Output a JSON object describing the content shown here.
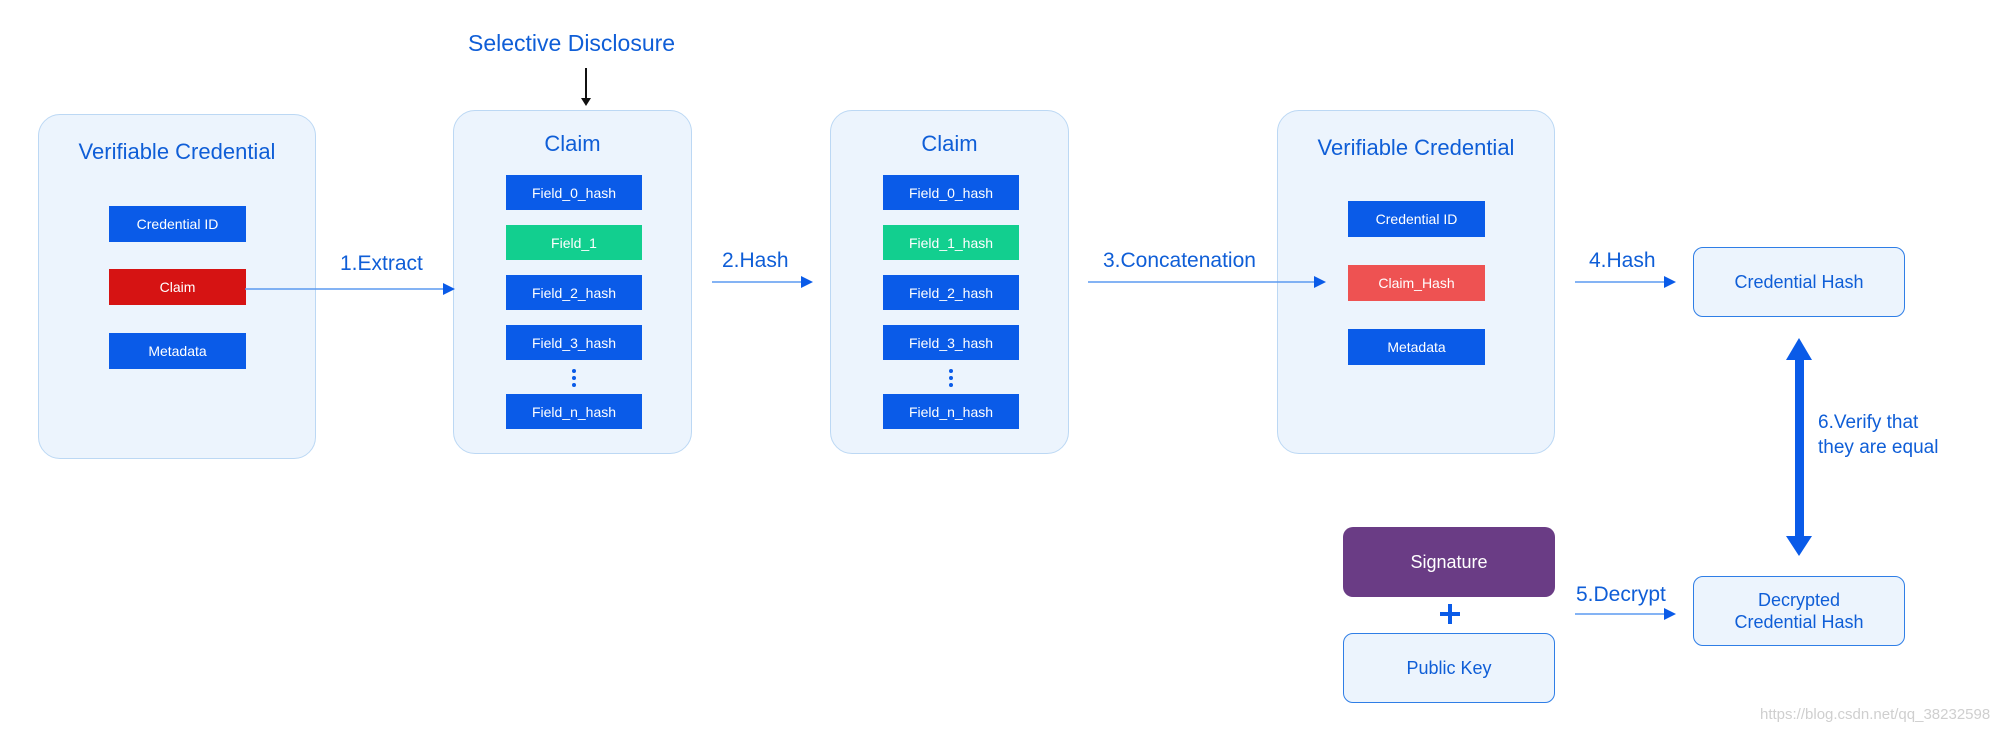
{
  "top_label": "Selective Disclosure",
  "panels": {
    "vc1": {
      "title": "Verifiable  Credential",
      "fields": [
        "Credential ID",
        "Claim",
        "Metadata"
      ]
    },
    "claim1": {
      "title": "Claim",
      "fields": [
        "Field_0_hash",
        "Field_1",
        "Field_2_hash",
        "Field_3_hash",
        "Field_n_hash"
      ]
    },
    "claim2": {
      "title": "Claim",
      "fields": [
        "Field_0_hash",
        "Field_1_hash",
        "Field_2_hash",
        "Field_3_hash",
        "Field_n_hash"
      ]
    },
    "vc2": {
      "title": "Verifiable  Credential",
      "fields": [
        "Credential ID",
        "Claim_Hash",
        "Metadata"
      ]
    }
  },
  "steps": {
    "extract": "1.Extract",
    "hash1": "2.Hash",
    "concat": "3.Concatenation",
    "hash2": "4.Hash",
    "decrypt": "5.Decrypt",
    "verify_line1": "6.Verify that",
    "verify_line2": "they are equal"
  },
  "boxes": {
    "credential_hash": "Credential Hash",
    "decrypted_line1": "Decrypted",
    "decrypted_line2": "Credential Hash",
    "signature": "Signature",
    "public_key": "Public Key"
  },
  "watermark": "https://blog.csdn.net/qq_38232598",
  "colors": {
    "accent_blue": "#0a5be8",
    "highlight_green": "#12cf8f",
    "claim_red": "#d61313",
    "claim_hash_red": "#ee5252",
    "signature_purple": "#6a3c85",
    "panel_bg": "#ecf4fd"
  }
}
